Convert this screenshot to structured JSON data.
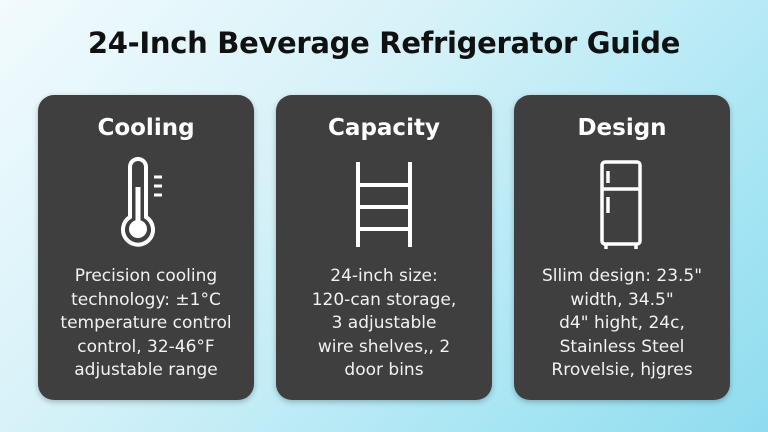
{
  "title": "24-Inch Beverage Refrigerator Guide",
  "cards": [
    {
      "heading": "Cooling",
      "icon": "thermometer-icon",
      "lines": [
        "Precision cooling",
        "technology: ±1°C",
        "temperature control",
        "control, 32-46°F",
        "adjustable range"
      ]
    },
    {
      "heading": "Capacity",
      "icon": "shelves-icon",
      "lines": [
        "24-inch size:",
        "120-can storage,",
        "3 adjustable",
        "wire shelves,,  2",
        "door bins"
      ]
    },
    {
      "heading": "Design",
      "icon": "refrigerator-icon",
      "lines": [
        "Sllim design: 23.5\"",
        "width, 34.5\"",
        "d4\" hight, 24c,",
        "Stainless Steel",
        "Rrovelsie, hjgres"
      ]
    }
  ]
}
